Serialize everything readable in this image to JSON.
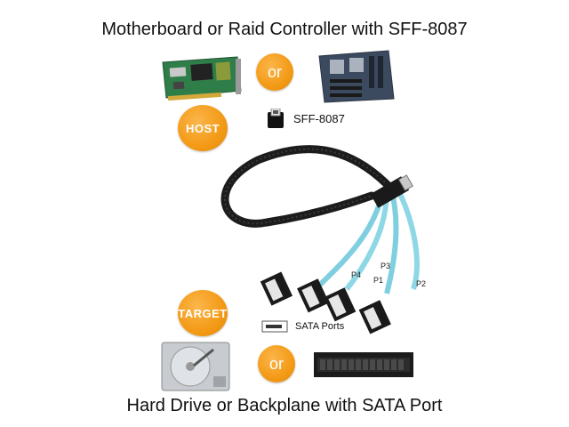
{
  "header": {
    "title": "Motherboard or Raid Controller with SFF-8087"
  },
  "host_section": {
    "or_label": "or",
    "host_badge": "HOST",
    "connector_label": "SFF-8087"
  },
  "cable": {
    "port_labels": [
      "P1",
      "P2",
      "P3",
      "P4"
    ]
  },
  "target_section": {
    "target_badge": "TARGET",
    "ports_label": "SATA Ports",
    "or_label": "or"
  },
  "footer": {
    "title": "Hard Drive or Backplane with SATA Port"
  },
  "colors": {
    "accent_orange": "#f39a16",
    "cable_blue": "#8ed8e6",
    "braid_black": "#1c1c1c"
  }
}
